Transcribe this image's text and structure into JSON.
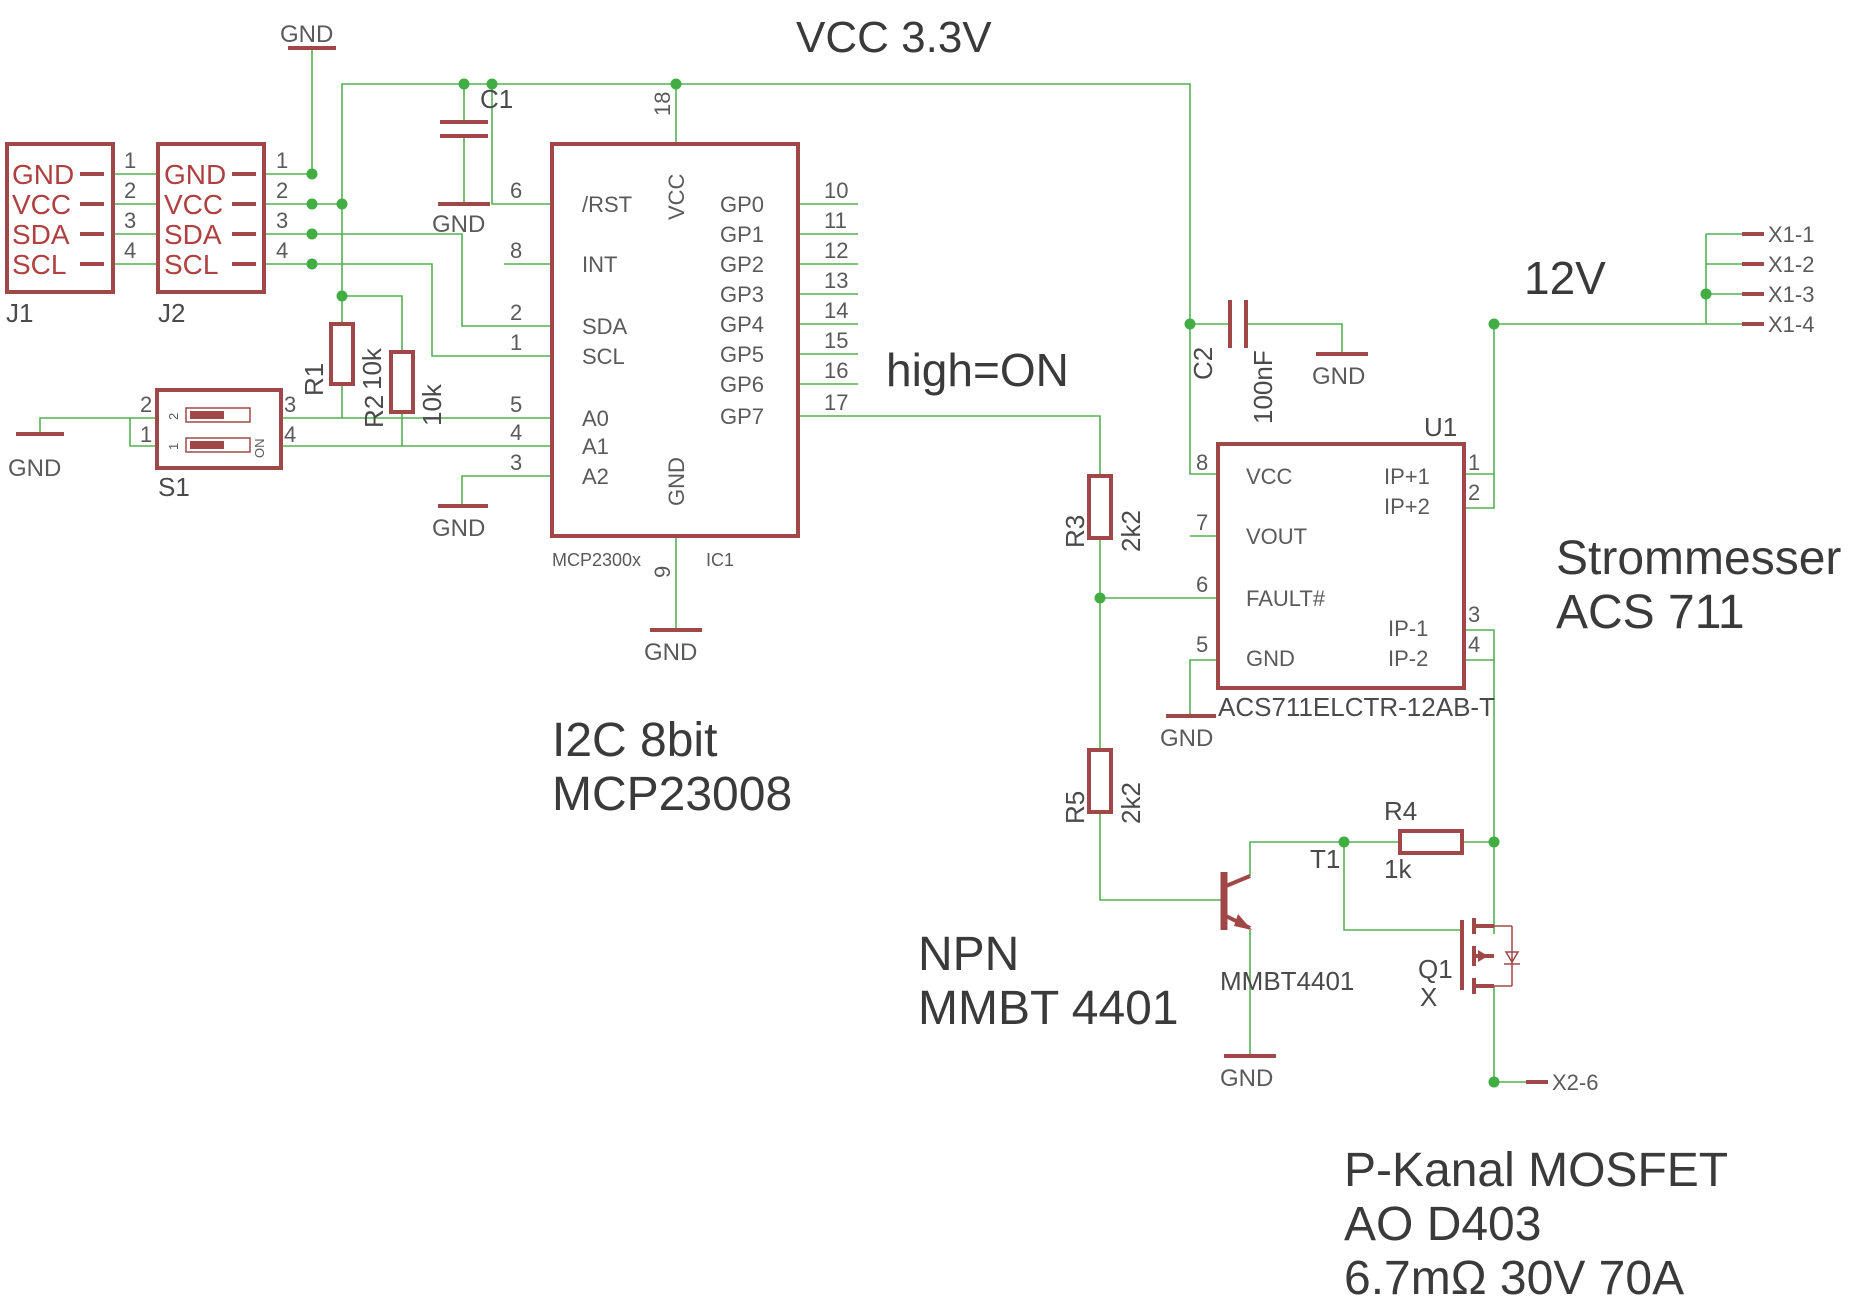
{
  "annotations": {
    "vcc": "VCC 3.3V",
    "v12": "12V",
    "high_on": "high=ON",
    "i2c_l1": "I2C 8bit",
    "i2c_l2": "MCP23008",
    "sensor_l1": "Strommesser",
    "sensor_l2": "ACS 711",
    "npn_l1": "NPN",
    "npn_l2": "MMBT 4401",
    "mosfet_l1": "P-Kanal MOSFET",
    "mosfet_l2": "AO D403",
    "mosfet_l3": "6.7mΩ 30V 70A"
  },
  "connectors": {
    "j1": {
      "ref": "J1",
      "pins": [
        "GND",
        "VCC",
        "SDA",
        "SCL"
      ],
      "nums": [
        "1",
        "2",
        "3",
        "4"
      ]
    },
    "j2": {
      "ref": "J2",
      "pins": [
        "GND",
        "VCC",
        "SDA",
        "SCL"
      ],
      "nums": [
        "1",
        "2",
        "3",
        "4"
      ]
    },
    "x1": {
      "pins": [
        "X1-1",
        "X1-2",
        "X1-3",
        "X1-4"
      ]
    },
    "x2": {
      "pin": "X2-6"
    }
  },
  "ic1": {
    "ref": "IC1",
    "value": "MCP2300x",
    "left_pins": [
      {
        "num": "6",
        "name": "/RST"
      },
      {
        "num": "8",
        "name": "INT"
      },
      {
        "num": "2",
        "name": "SDA"
      },
      {
        "num": "1",
        "name": "SCL"
      },
      {
        "num": "5",
        "name": "A0"
      },
      {
        "num": "4",
        "name": "A1"
      },
      {
        "num": "3",
        "name": "A2"
      }
    ],
    "right_pins": [
      {
        "num": "10",
        "name": "GP0"
      },
      {
        "num": "11",
        "name": "GP1"
      },
      {
        "num": "12",
        "name": "GP2"
      },
      {
        "num": "13",
        "name": "GP3"
      },
      {
        "num": "14",
        "name": "GP4"
      },
      {
        "num": "15",
        "name": "GP5"
      },
      {
        "num": "16",
        "name": "GP6"
      },
      {
        "num": "17",
        "name": "GP7"
      }
    ],
    "vcc_name": "VCC",
    "vcc_num": "18",
    "gnd_name": "GND",
    "gnd_num": "9"
  },
  "u1": {
    "ref": "U1",
    "value": "ACS711ELCTR-12AB-T",
    "left_pins": [
      {
        "num": "8",
        "name": "VCC"
      },
      {
        "num": "7",
        "name": "VOUT"
      },
      {
        "num": "6",
        "name": "FAULT#"
      },
      {
        "num": "5",
        "name": "GND"
      }
    ],
    "right_pins": [
      {
        "num": "1",
        "name": "IP+1"
      },
      {
        "num": "2",
        "name": "IP+2"
      },
      {
        "num": "3",
        "name": "IP-1"
      },
      {
        "num": "4",
        "name": "IP-2"
      }
    ]
  },
  "resistors": {
    "r1": {
      "ref": "R1",
      "value": "10k"
    },
    "r2": {
      "ref": "R2",
      "value": "10k"
    },
    "r3": {
      "ref": "R3",
      "value": "2k2"
    },
    "r4": {
      "ref": "R4",
      "value": "1k"
    },
    "r5": {
      "ref": "R5",
      "value": "2k2"
    }
  },
  "capacitors": {
    "c1": {
      "ref": "C1"
    },
    "c2": {
      "ref": "C2",
      "value": "100nF"
    }
  },
  "switch_s1": {
    "ref": "S1",
    "left_nums": [
      "2",
      "1"
    ],
    "right_nums": [
      "3",
      "4"
    ],
    "on_label": "ON",
    "pos1": "1",
    "pos2": "2"
  },
  "transistor_t1": {
    "ref": "T1",
    "value": "MMBT4401"
  },
  "mosfet_q1": {
    "ref": "Q1",
    "value": "X"
  },
  "gnd_label": "GND"
}
